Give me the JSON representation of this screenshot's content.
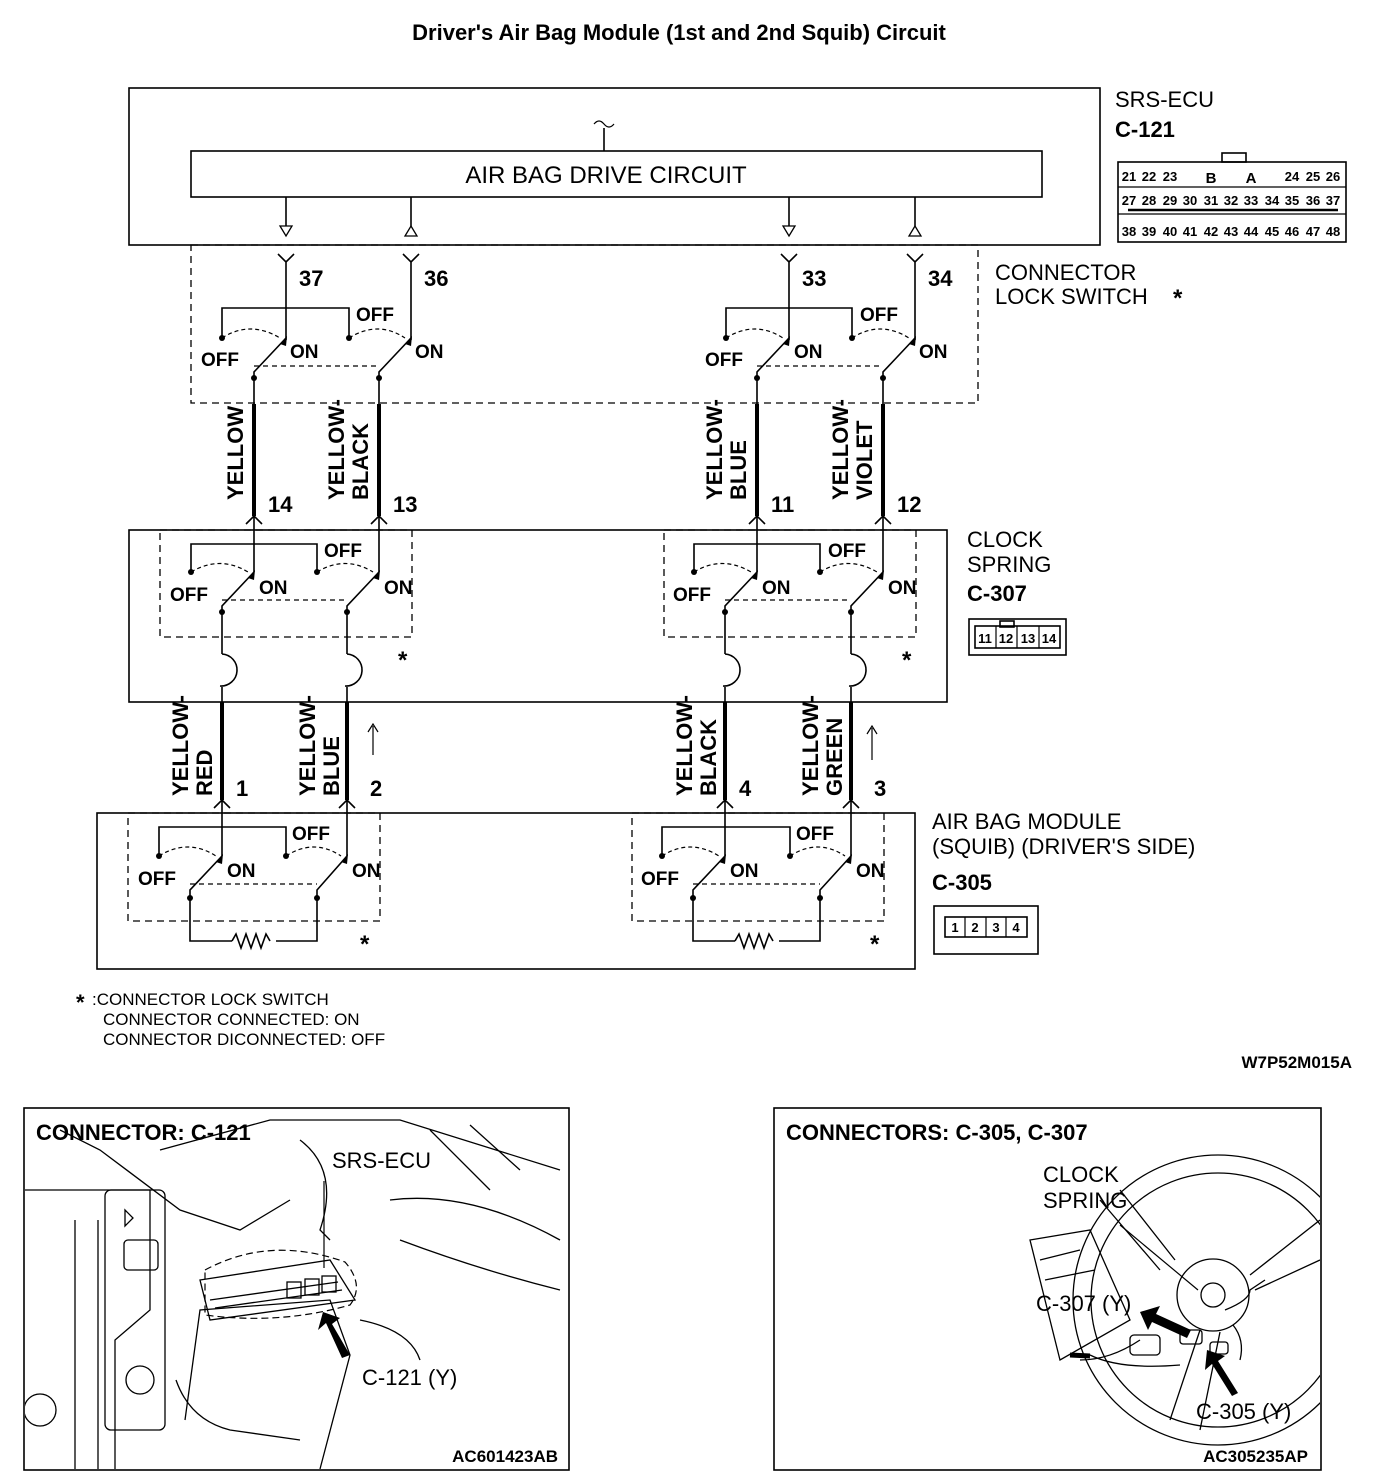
{
  "title": "Driver's Air Bag Module (1st and 2nd Squib) Circuit",
  "ecu": {
    "name": "SRS-ECU",
    "connector": "C-121",
    "drive_circuit": "AIR BAG DRIVE CIRCUIT",
    "pins": [
      "37",
      "36",
      "33",
      "34"
    ],
    "connector_pins_row1": [
      "21",
      "22",
      "23",
      "B",
      "A",
      "24",
      "25",
      "26"
    ],
    "connector_pins_row2": [
      "27",
      "28",
      "29",
      "30",
      "31",
      "32",
      "33",
      "34",
      "35",
      "36",
      "37"
    ],
    "connector_pins_row3": [
      "38",
      "39",
      "40",
      "41",
      "42",
      "43",
      "44",
      "45",
      "46",
      "47",
      "48"
    ]
  },
  "lock_switch": {
    "line1": "CONNECTOR",
    "line2": "LOCK SWITCH",
    "star": "*"
  },
  "switch_labels": {
    "off": "OFF",
    "on": "ON"
  },
  "wires_upper": [
    {
      "color1": "YELLOW",
      "color2": "",
      "pin": "14"
    },
    {
      "color1": "YELLOW-",
      "color2": "BLACK",
      "pin": "13"
    },
    {
      "color1": "YELLOW-",
      "color2": "BLUE",
      "pin": "11"
    },
    {
      "color1": "YELLOW-",
      "color2": "VIOLET",
      "pin": "12"
    }
  ],
  "clock_spring": {
    "line1": "CLOCK",
    "line2": "SPRING",
    "connector": "C-307",
    "pins": [
      "11",
      "12",
      "13",
      "14"
    ]
  },
  "wires_lower": [
    {
      "color1": "YELLOW-",
      "color2": "RED",
      "pin": "1"
    },
    {
      "color1": "YELLOW-",
      "color2": "BLUE",
      "pin": "2"
    },
    {
      "color1": "YELLOW-",
      "color2": "BLACK",
      "pin": "4"
    },
    {
      "color1": "YELLOW-",
      "color2": "GREEN",
      "pin": "3"
    }
  ],
  "airbag_module": {
    "line1": "AIR BAG MODULE",
    "line2": "(SQUIB) (DRIVER'S SIDE)",
    "connector": "C-305",
    "pins": [
      "1",
      "2",
      "3",
      "4"
    ]
  },
  "footnote": {
    "star": "*",
    "line1": ":CONNECTOR LOCK SWITCH",
    "line2": "CONNECTOR CONNECTED: ON",
    "line3": "CONNECTOR DICONNECTED: OFF"
  },
  "figure_code": "W7P52M015A",
  "panel_left": {
    "title": "CONNECTOR: C-121",
    "label_ecu": "SRS-ECU",
    "label_conn": "C-121 (Y)",
    "code": "AC601423AB"
  },
  "panel_right": {
    "title": "CONNECTORS: C-305, C-307",
    "label_cs1": "CLOCK",
    "label_cs2": "SPRING",
    "label_c307": "C-307 (Y)",
    "label_c305": "C-305 (Y)",
    "code": "AC305235AP"
  }
}
